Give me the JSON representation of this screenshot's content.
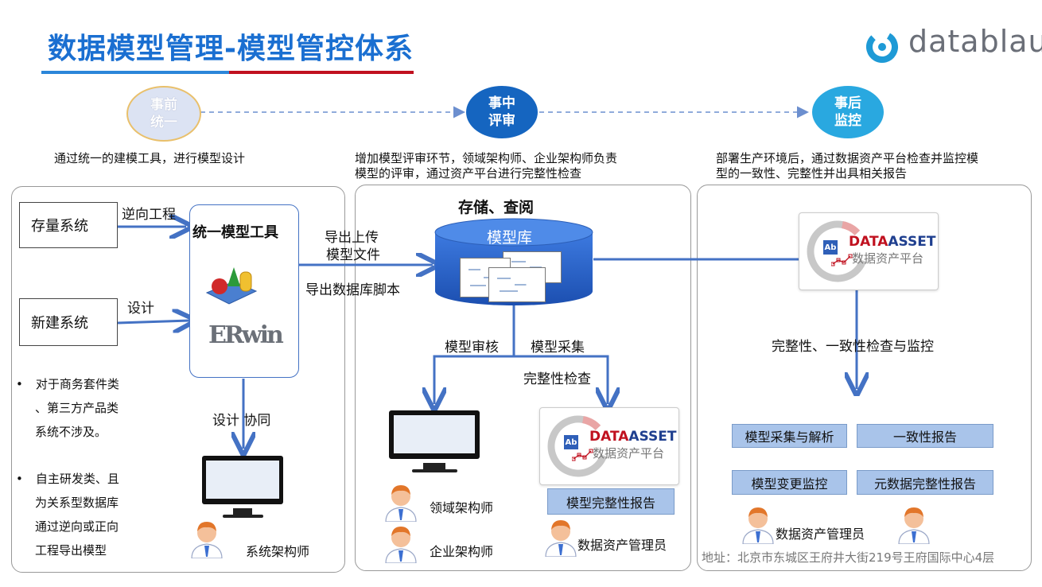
{
  "header": {
    "title": "数据模型管理-模型管控体系",
    "logo_text": "datablau"
  },
  "stages": [
    {
      "label": "事前统一",
      "desc": "通过统一的建模工具，进行模型设计"
    },
    {
      "label": "事中评审",
      "desc_line1": "增加模型评审环节，领域架构师、企业架构师负责",
      "desc_line2": "模型的评审，通过资产平台进行完整性检查"
    },
    {
      "label": "事后监控",
      "desc_line1": "部署生产环境后，通过数据资产平台检查并监控模",
      "desc_line2": "型的一致性、完整性并出具相关报告"
    }
  ],
  "left": {
    "existing_system": "存量系统",
    "new_system": "新建系统",
    "reverse_label": "逆向工程",
    "design_label": "设计",
    "tool_title": "统一模型工具",
    "erwin_logo": "ERwin",
    "collab_label": "设计 协同",
    "bullets": [
      {
        "l1": "对于商务套件类",
        "l2": "、第三方产品类",
        "l3": "系统不涉及。"
      },
      {
        "l1": "自主研发类、且",
        "l2": "为关系型数据库",
        "l3": "通过逆向或正向",
        "l4": "工程导出模型"
      }
    ],
    "architect": "系统架构师"
  },
  "middle": {
    "export_upload_l1": "导出上传",
    "export_upload_l2": "模型文件",
    "export_db_script": "导出数据库脚本",
    "storage_title": "存储、查阅",
    "repo": "模型库",
    "review": "模型审核",
    "collect": "模型采集",
    "integrity_check": "完整性检查",
    "domain_architect": "领域架构师",
    "enterprise_architect": "企业架构师",
    "report": "模型完整性报告",
    "asset_admin": "数据资产管理员"
  },
  "dataasset": {
    "en_a": "DATA",
    "en_b": "ASSET",
    "cn": "数据资产平台",
    "badge": "Ab"
  },
  "right": {
    "check_label": "完整性、一致性检查与监控",
    "buttons": [
      "模型采集与解析",
      "一致性报告",
      "模型变更监控",
      "元数据完整性报告"
    ],
    "asset_admin": "数据资产管理员"
  },
  "footer": {
    "address": "地址：北京市东城区王府井大街219号王府国际中心4层"
  },
  "colors": {
    "title_blue": "#1a6fd1",
    "accent_red": "#c0111f",
    "arrow_blue": "#4472c4",
    "stage1": "#dce3f3",
    "stage2": "#1565c0",
    "stage3": "#29a8e0"
  }
}
